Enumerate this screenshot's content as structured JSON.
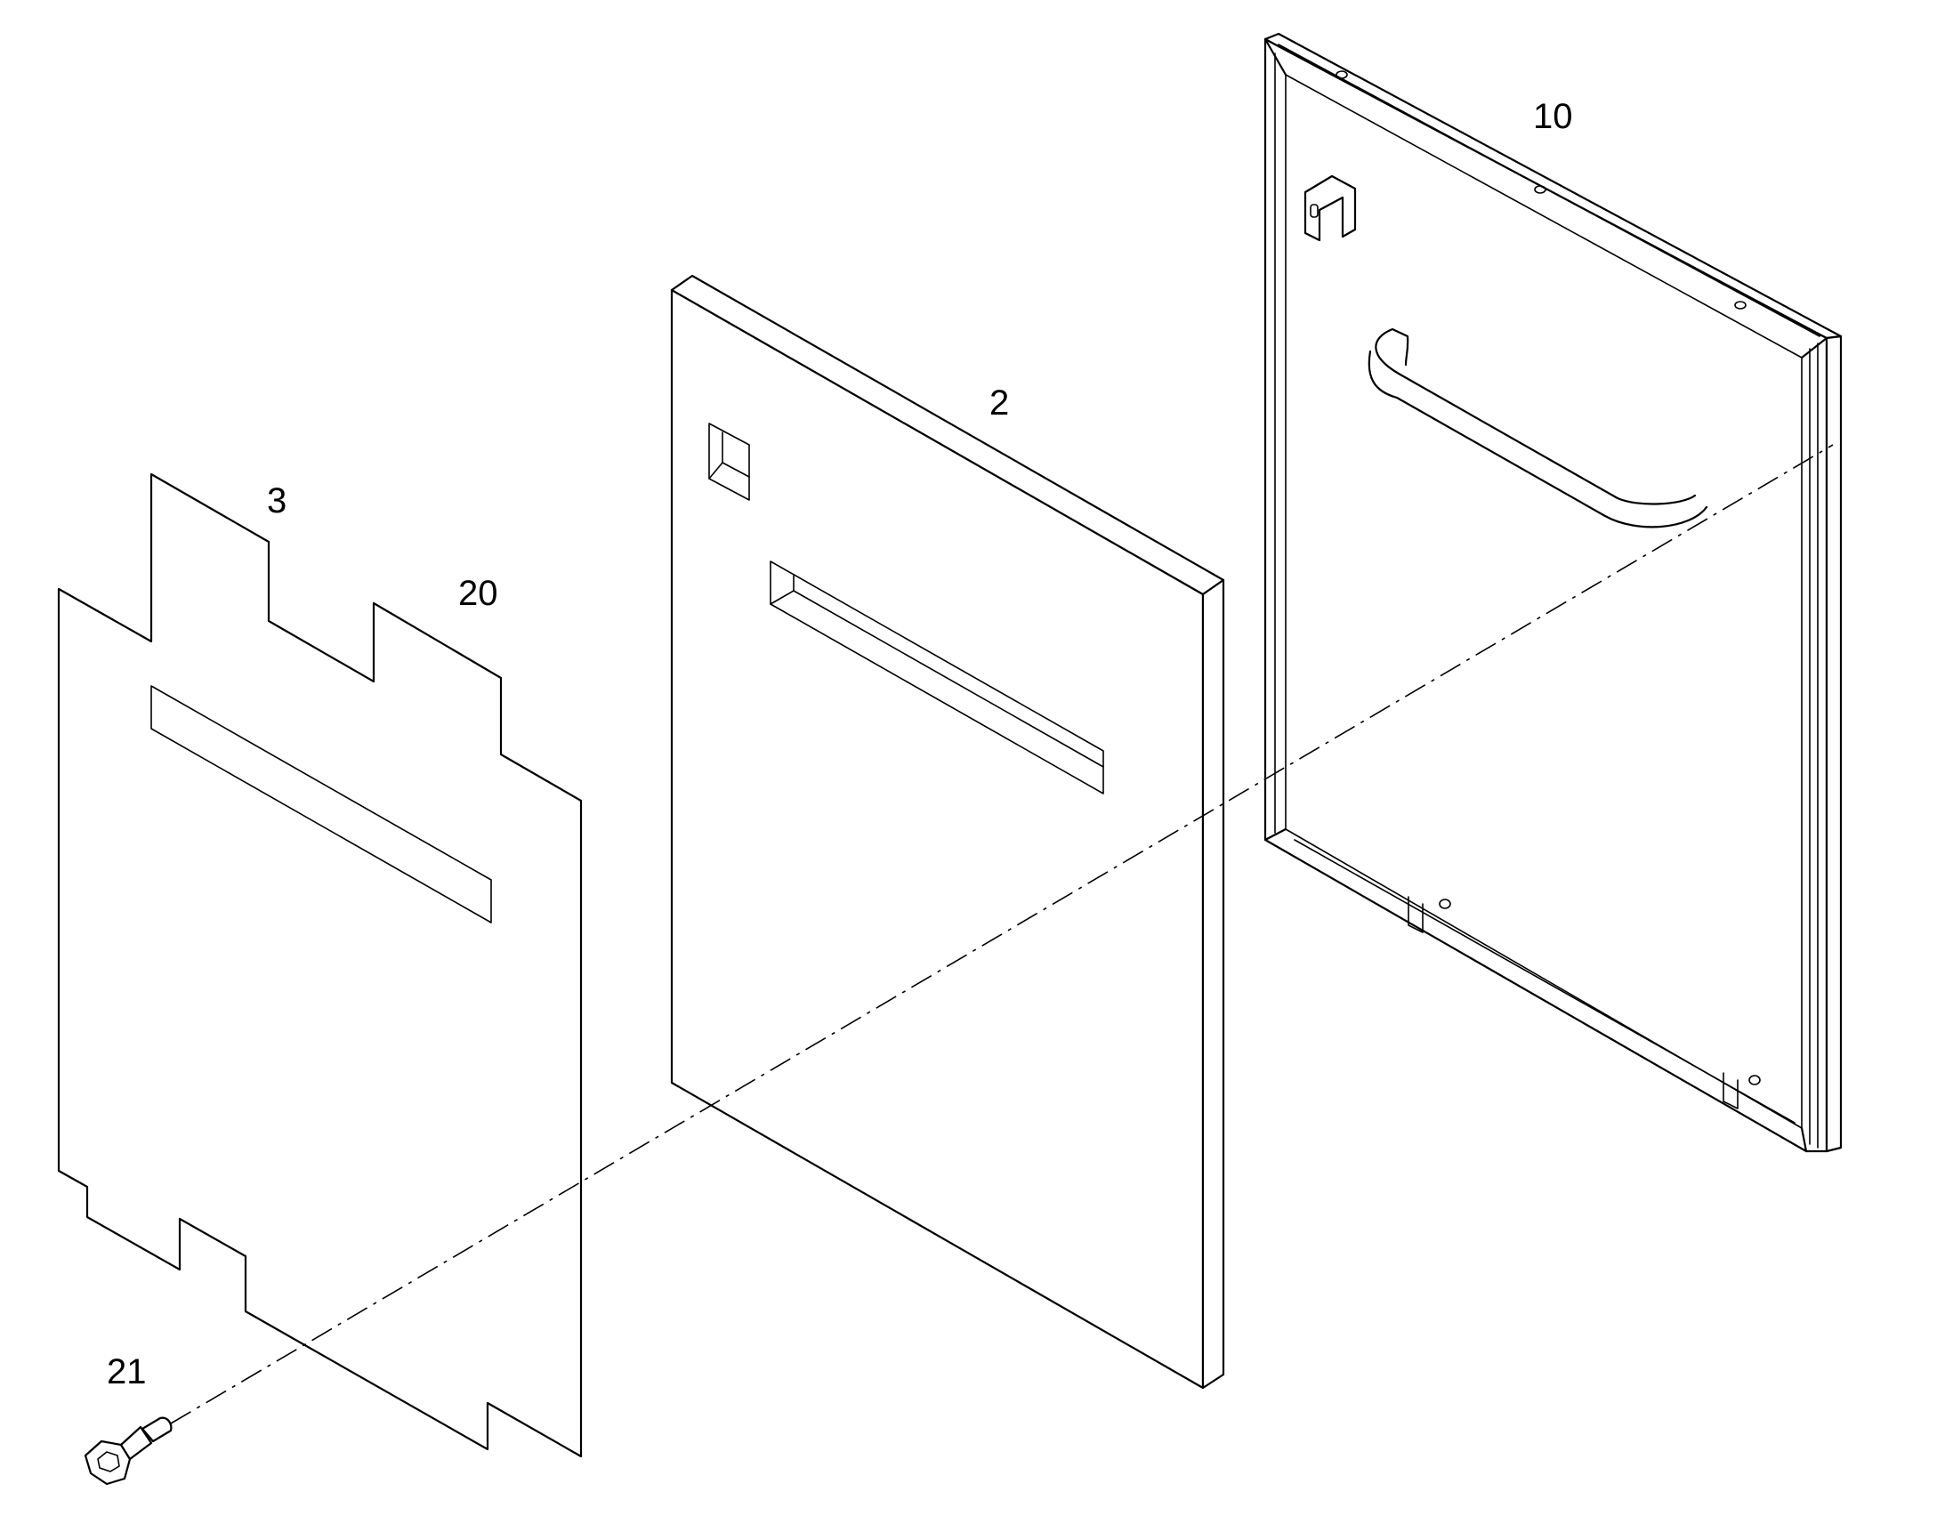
{
  "callouts": {
    "panel_frame": "10",
    "door_panel": "2",
    "liner_tab": "3",
    "liner": "20",
    "screw": "21"
  }
}
